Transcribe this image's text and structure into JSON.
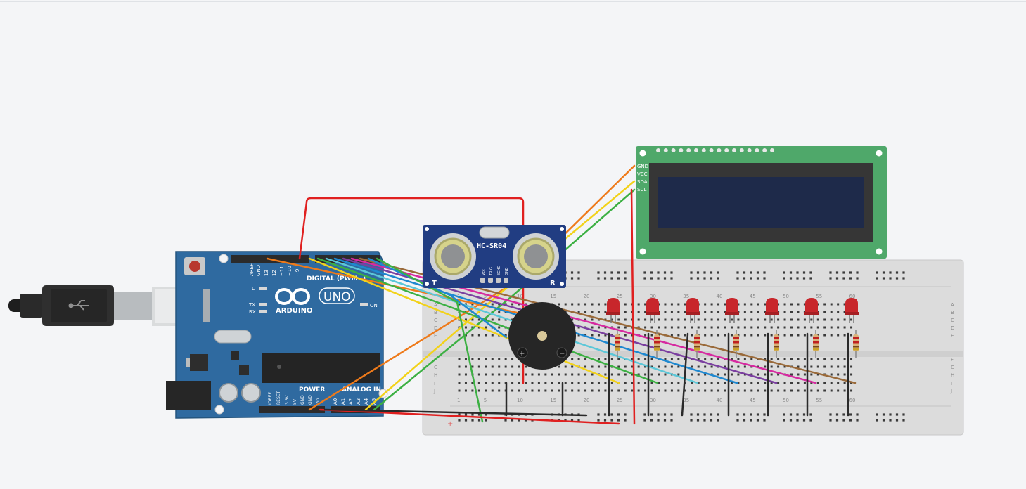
{
  "arduino": {
    "label_pwm": "DIGITAL (PWM~)",
    "brand": "ARDUINO",
    "model": "UNO",
    "power_label": "POWER",
    "analog_label": "ANALOG IN",
    "on_label": "ON",
    "l_label": "L",
    "tx_label": "TX",
    "rx_label": "RX",
    "aref": "AREF",
    "gnd": "GND",
    "pin13": "13",
    "pin12": "12",
    "pin11": "~11",
    "pin10": "~10",
    "pin9": "~9",
    "ioref": "IOREF",
    "reset": "RESET",
    "v33": "3.3V",
    "v5": "5V",
    "gnd2": "GND",
    "gnd3": "GND",
    "vin": "Vin",
    "a0": "A0",
    "a1": "A1",
    "a2": "A2",
    "a3": "A3",
    "a4": "A4",
    "a5": "A5"
  },
  "sensor": {
    "name": "HC-SR04",
    "t": "T",
    "r": "R",
    "vcc": "Vcc",
    "trig": "TRIG",
    "echo": "ECHO",
    "gnd": "GND"
  },
  "lcd": {
    "gnd": "GND",
    "vcc": "VCC",
    "sda": "SDA",
    "scl": "SCL"
  },
  "breadboard": {
    "col_numbers": [
      "1",
      "5",
      "10",
      "15",
      "20",
      "25",
      "30",
      "35",
      "40",
      "45",
      "50",
      "55",
      "60"
    ],
    "row_letters_top": [
      "A",
      "B",
      "C",
      "D",
      "E"
    ],
    "row_letters_bottom": [
      "F",
      "G",
      "H",
      "I",
      "J"
    ],
    "plus": "+"
  },
  "colors": {
    "arduino_blue": "#2f6aa0",
    "breadboard": "#dcdcdc",
    "lcd_pcb": "#4fa86a",
    "lcd_screen": "#1e2a4a",
    "sensor_pcb": "#213d82",
    "wire_red": "#e02020",
    "wire_orange": "#ee7a1a",
    "wire_yellow": "#f2d21a",
    "wire_green": "#3cb043",
    "wire_blue": "#1e88d0",
    "wire_purple": "#7b3fa0",
    "wire_pink": "#d62aa0",
    "wire_brown": "#9a6a3a",
    "wire_cyan": "#5cc7d8",
    "led_red": "#c8262b"
  },
  "icons": {
    "usb_cable": "usb-cable-icon",
    "usb_symbol": "usb-symbol-icon"
  }
}
